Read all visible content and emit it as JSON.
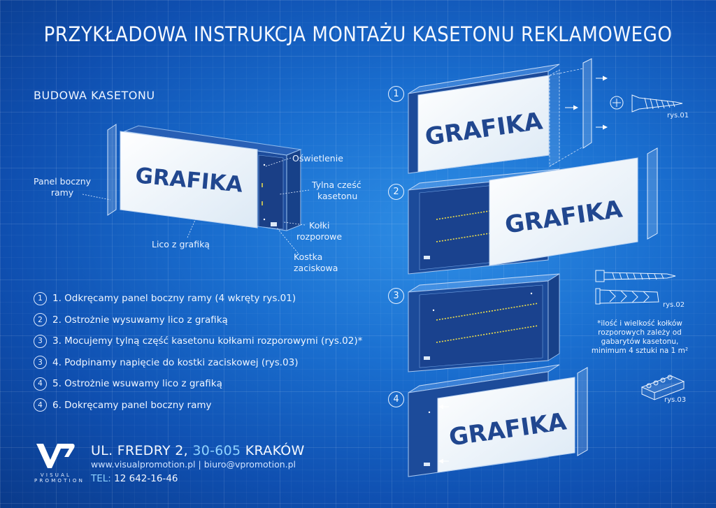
{
  "title": "PRZYKŁADOWA INSTRUKCJA MONTAŻU KASETONU REKLAMOWEGO",
  "section_title": "BUDOWA KASETONU",
  "graphic_text": "GRAFIKA",
  "labels": {
    "panel_line1": "Panel boczny",
    "panel_line2": "ramy",
    "lighting": "Oświetlenie",
    "back_line1": "Tylna cześć",
    "back_line2": "kasetonu",
    "dowels_line1": "Kołki",
    "dowels_line2": "rozporowe",
    "face": "Lico z grafiką",
    "block_line1": "Kostka",
    "block_line2": "zaciskowa"
  },
  "steps": [
    {
      "num": "1",
      "text": "1. Odkręcamy panel boczny ramy (4 wkręty rys.01)"
    },
    {
      "num": "2",
      "text": "2. Ostrożnie wysuwamy lico z grafiką"
    },
    {
      "num": "3",
      "text": "3. Mocujemy tylną część kasetonu kołkami rozporowymi (rys.02)*"
    },
    {
      "num": "3",
      "text": "4. Podpinamy napięcie do kostki zaciskowej (rys.03)"
    },
    {
      "num": "4",
      "text": "5. Ostrożnie wsuwamy lico z grafiką"
    },
    {
      "num": "4",
      "text": "6. Dokręcamy panel boczny ramy"
    }
  ],
  "diagram_steps": [
    "1",
    "2",
    "3",
    "4"
  ],
  "figures": {
    "fig1": "rys.01",
    "fig2": "rys.02",
    "fig3": "rys.03"
  },
  "note": "*ilość i wielkość kołków rozporowych zależy od gabarytów kasetonu, minimum 4 sztuki na 1 m²",
  "footer": {
    "street": "UL. FREDRY 2,",
    "postcode": "30-605",
    "city": "KRAKÓW",
    "web": "www.visualpromotion.pl | biuro@vpromotion.pl",
    "tel_label": "TEL:",
    "tel": "12 642-16-46",
    "logo_line1": "VISUAL",
    "logo_line2": "PROMOTION"
  },
  "colors": {
    "accent": "#8fd3ff",
    "graphic_text": "#21478f",
    "led": "#f2e24a"
  }
}
